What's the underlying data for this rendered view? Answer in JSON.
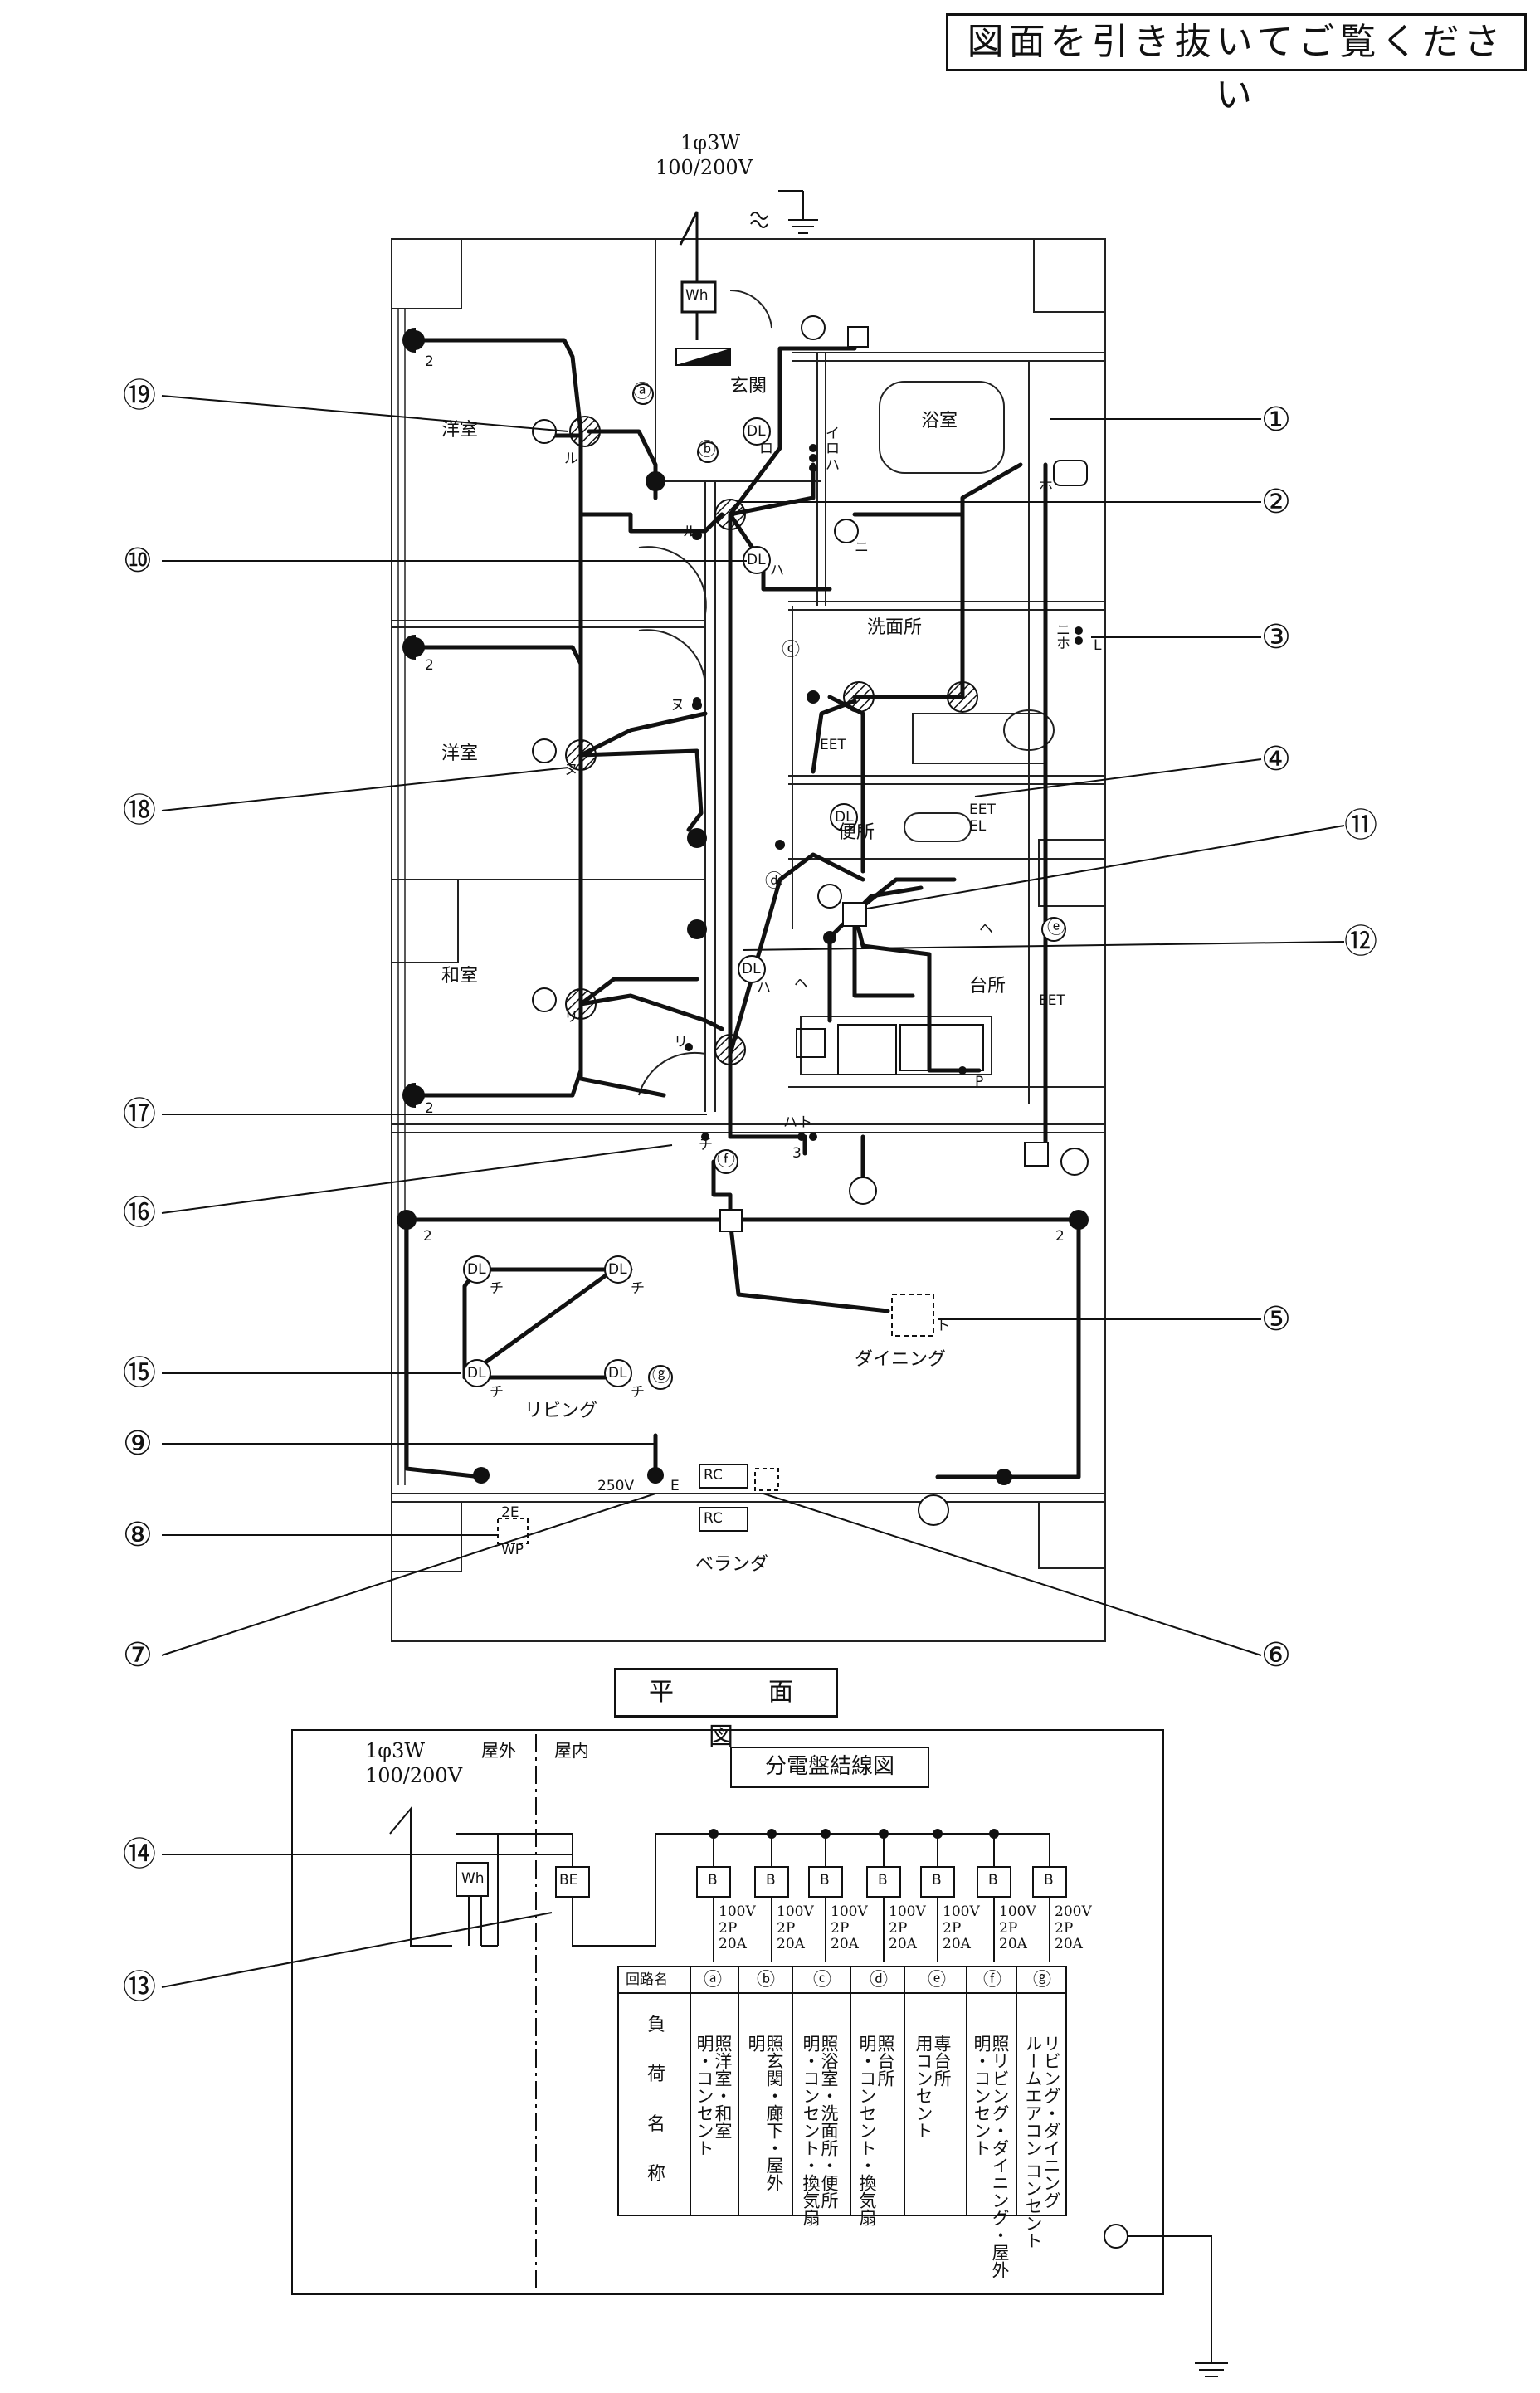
{
  "notice": "図面を引き抜いてご覧ください",
  "supply": {
    "phase": "1φ3W",
    "voltage": "100/200V"
  },
  "rooms": {
    "youshitsu_1": "洋室",
    "youshitsu_2": "洋室",
    "washitsu": "和室",
    "genkan": "玄関",
    "yokushitsu": "浴室",
    "senmenjo": "洗面所",
    "benjo": "便所",
    "daidokoro": "台所",
    "dining": "ダイニング",
    "living": "リビング",
    "veranda": "ベランダ"
  },
  "plan_title": "平　面　図",
  "symbols": {
    "meter": "Wh",
    "dl": "DL",
    "rc": "RC",
    "be": "BE",
    "b": "B",
    "eet": "EET",
    "el": "EL",
    "e": "E",
    "two_e": "2E",
    "wp": "WP",
    "v250": "250V",
    "num2": "2",
    "num3": "3",
    "p": "P"
  },
  "marks": {
    "i": "イ",
    "ro": "ロ",
    "ha": "ハ",
    "ni": "ニ",
    "ho": "ホ",
    "he": "ヘ",
    "to": "ト",
    "chi": "チ",
    "ri": "リ",
    "nu": "ヌ",
    "ru": "ル",
    "l": "L"
  },
  "callouts": [
    "①",
    "②",
    "③",
    "④",
    "⑤",
    "⑥",
    "⑦",
    "⑧",
    "⑨",
    "⑩",
    "⑪",
    "⑫",
    "⑬",
    "⑭",
    "⑮",
    "⑯",
    "⑰",
    "⑱",
    "⑲"
  ],
  "circuit_letters": [
    "ⓐ",
    "ⓑ",
    "ⓒ",
    "ⓓ",
    "ⓔ",
    "ⓕ",
    "ⓖ"
  ],
  "panel": {
    "title": "分電盤結線図",
    "outdoor": "屋外",
    "indoor": "屋内",
    "table_header_circuit": "回路名",
    "table_header_load": [
      "負",
      "荷",
      "名",
      "称"
    ],
    "breakers": [
      {
        "letter": "ⓐ",
        "voltage": "100V",
        "poles": "2P",
        "amps": "20A",
        "load": [
          "照洋室・和室",
          "明・コンセント"
        ]
      },
      {
        "letter": "ⓑ",
        "voltage": "100V",
        "poles": "2P",
        "amps": "20A",
        "load": [
          "照玄関・廊下・屋外",
          "明"
        ]
      },
      {
        "letter": "ⓒ",
        "voltage": "100V",
        "poles": "2P",
        "amps": "20A",
        "load": [
          "照浴室・洗面所・便所",
          "明・コンセント・換気扇"
        ]
      },
      {
        "letter": "ⓓ",
        "voltage": "100V",
        "poles": "2P",
        "amps": "20A",
        "load": [
          "照台所",
          "明・コンセント・換気扇"
        ]
      },
      {
        "letter": "ⓔ",
        "voltage": "100V",
        "poles": "2P",
        "amps": "20A",
        "load": [
          "専台所",
          "用コンセント"
        ]
      },
      {
        "letter": "ⓕ",
        "voltage": "100V",
        "poles": "2P",
        "amps": "20A",
        "load": [
          "照リビング・ダイニング・屋外",
          "明・コンセント"
        ]
      },
      {
        "letter": "ⓖ",
        "voltage": "200V",
        "poles": "2P",
        "amps": "20A",
        "load": [
          "リビング・ダイニング",
          "ルームエアコン コンセント"
        ]
      }
    ]
  }
}
